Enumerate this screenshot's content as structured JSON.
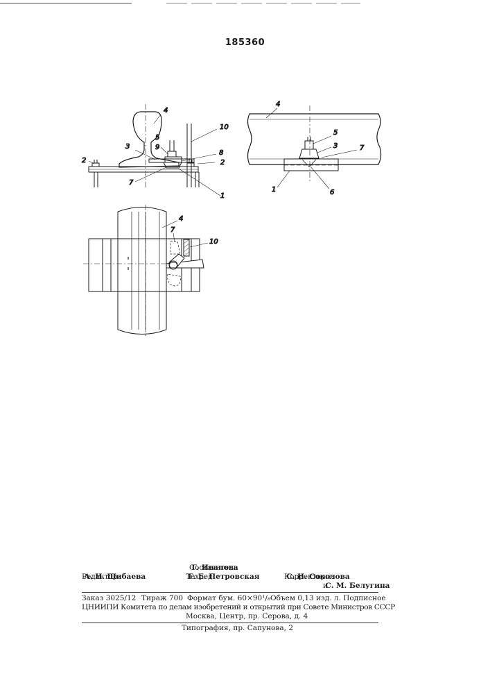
{
  "document": {
    "patent_number": "185360",
    "figure_labels": {
      "f1_4": "4",
      "f1_5": "5",
      "f1_3": "3",
      "f1_9": "9",
      "f1_10": "10",
      "f1_8": "8",
      "f1_2a": "2",
      "f1_2b": "2",
      "f1_7": "7",
      "f1_1": "1",
      "f2_4": "4",
      "f2_5": "5",
      "f2_3": "3",
      "f2_7": "7",
      "f2_1": "1",
      "f2_6": "6",
      "f3_4": "4",
      "f3_7": "7",
      "f3_10": "10"
    },
    "colophon": {
      "compiler_label": "Составитель",
      "compiler_name": "Г. Иванова",
      "editor_label": "Редактор",
      "editor_name": "А. Н. Шибаева",
      "techred_label": "Техред",
      "techred_name": "Г. Е. Петровская",
      "correctors_label": "Корректоры:",
      "corrector1": "С. Н. Соколова",
      "corrector2_prefix": "и",
      "corrector2": "С. М. Белугина",
      "order": "Заказ 3025/12",
      "print_run": "Тираж 700",
      "format": "Формат бум. 60×90¹/₈",
      "volume": "Объем 0,13 изд. л. Подписное",
      "institute_line": "ЦНИИПИ Комитета по делам изобретений и открытий при Совете Министров СССР",
      "address": "Москва, Центр, пр. Серова, д. 4",
      "printer": "Типография, пр. Сапунова, 2"
    }
  }
}
